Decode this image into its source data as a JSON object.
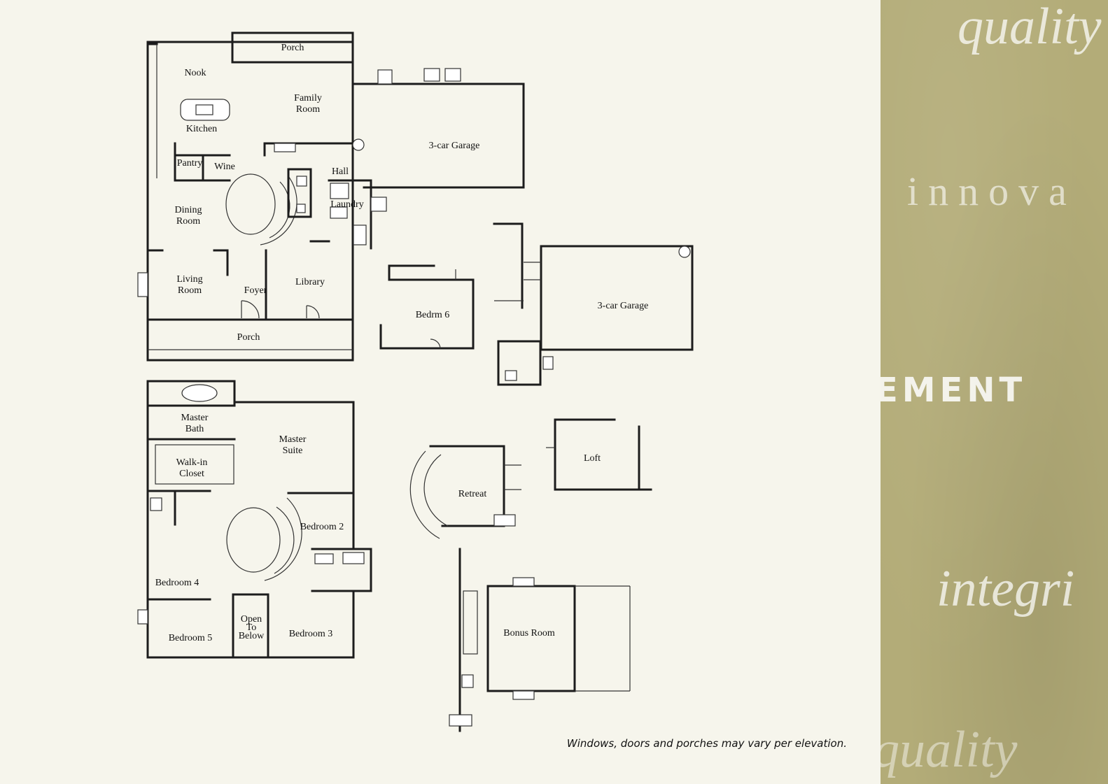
{
  "floorplan": {
    "first_floor": {
      "rooms": [
        "Porch",
        "Nook",
        "Family\nRoom",
        "Kitchen",
        "3-car Garage",
        "Pantry",
        "Wine",
        "Hall",
        "Laundry",
        "Dining\nRoom",
        "Living\nRoom",
        "Foyer",
        "Library",
        "Porch",
        "Bedrm 6",
        "3-car Garage"
      ]
    },
    "second_floor": {
      "rooms": [
        "Master\nBath",
        "Master\nSuite",
        "Walk-in\nCloset",
        "Retreat",
        "Loft",
        "Bedroom 2",
        "Bedroom 4",
        "Open\nTo\nBelow",
        "Bedroom 5",
        "Bedroom 3",
        "Bonus Room"
      ]
    },
    "note": "Windows, doors and porches may vary per elevation."
  },
  "side_panel": {
    "words": [
      "quality",
      "innova",
      "EMENT",
      "integri",
      "quality"
    ]
  }
}
